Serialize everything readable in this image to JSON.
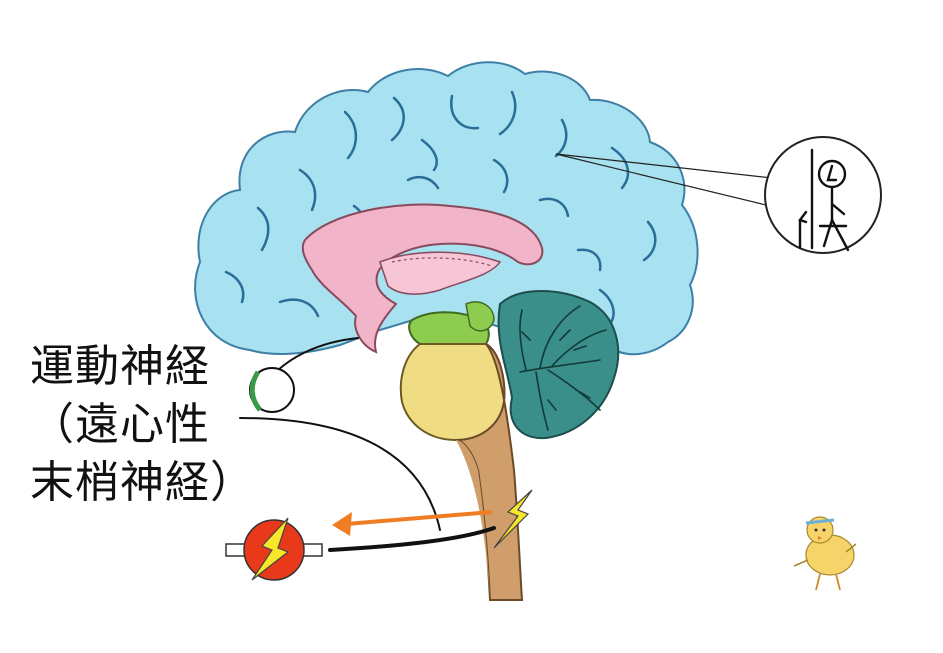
{
  "label": {
    "line1": "運動神経",
    "line2": "（遠心性",
    "line3": "末梢神経）"
  },
  "colors": {
    "cerebrum": "#a8e1ef",
    "cerebrum_line": "#2a6e98",
    "corpus_callosum": "#f2b4c8",
    "midbrain": "#8dcc4e",
    "pons": "#f0dc82",
    "brainstem": "#cf9e6b",
    "cerebellum": "#3a8f8a",
    "muscle": "#e83a1a",
    "signal_arrow": "#f07d24",
    "lightning": "#f7e62a"
  },
  "icons": [
    "stick-figure-icon",
    "lightning-icon",
    "chick-icon",
    "eye-icon"
  ]
}
